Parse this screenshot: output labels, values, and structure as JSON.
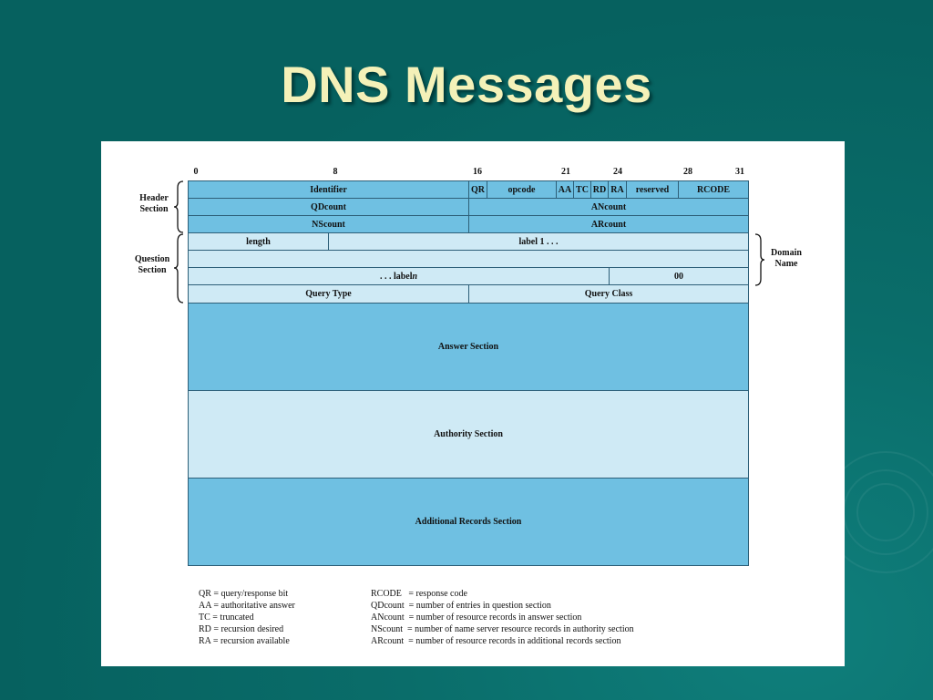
{
  "title": "DNS Messages",
  "bit_numbers": [
    "0",
    "8",
    "16",
    "21",
    "24",
    "28",
    "31"
  ],
  "header_label": [
    "Header",
    "Section"
  ],
  "question_label": [
    "Question",
    "Section"
  ],
  "domain_label": [
    "Domain",
    "Name"
  ],
  "rows": {
    "identifier": "Identifier",
    "qr": "QR",
    "opcode": "opcode",
    "aa": "AA",
    "tc": "TC",
    "rd": "RD",
    "ra": "RA",
    "reserved": "reserved",
    "rcode": "RCODE",
    "qdcount": "QDcount",
    "ancount": "ANcount",
    "nscount": "NScount",
    "arcount": "ARcount",
    "length": "length",
    "label1": "label 1 . . .",
    "label_n": ". . . label n",
    "zero": "00",
    "query_type": "Query Type",
    "query_class": "Query Class",
    "answer": "Answer Section",
    "authority": "Authority Section",
    "additional": "Additional Records Section"
  },
  "legend_left": [
    "QR = query/response bit",
    "AA = authoritative answer",
    "TC = truncated",
    "RD = recursion desired",
    "RA = recursion available"
  ],
  "legend_right": [
    "RCODE   = response code",
    "QDcount  = number of entries in question section",
    "ANcount  = number of resource records in answer section",
    "NScount  = number of name server resource records in authority section",
    "ARcount  = number of resource records in additional records section"
  ],
  "colors": {
    "background": "#06615f",
    "title": "#f4f1b8",
    "cell_dark": "#6fc0e2",
    "cell_light": "#cfeaf5"
  }
}
